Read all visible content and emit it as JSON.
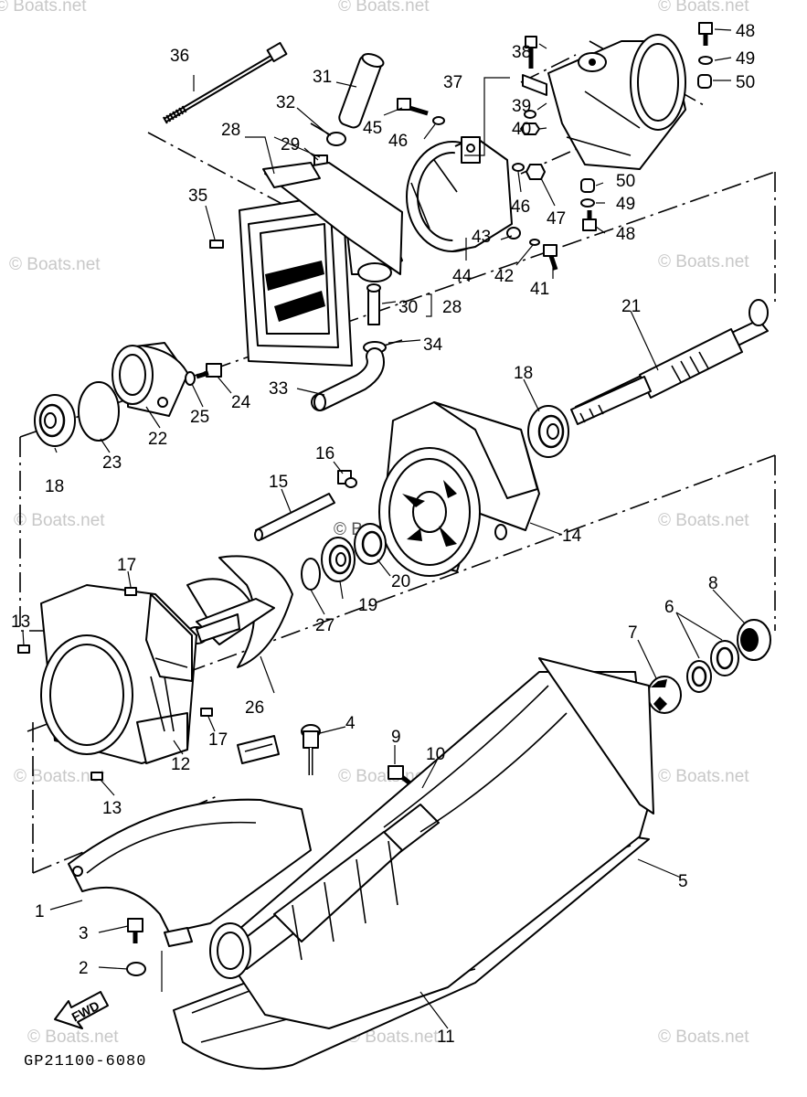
{
  "diagram": {
    "code": "GP21100-6080",
    "direction_label": "FWD",
    "watermark": "© Boats.net",
    "center_watermark": "© Boats.net",
    "labels": {
      "p1": "1",
      "p2": "2",
      "p3": "3",
      "p4": "4",
      "p5": "5",
      "p6": "6",
      "p7": "7",
      "p8": "8",
      "p9": "9",
      "p10": "10",
      "p11": "11",
      "p12": "12",
      "p13a": "13",
      "p13b": "13",
      "p14": "14",
      "p15": "15",
      "p16": "16",
      "p17a": "17",
      "p17b": "17",
      "p18a": "18",
      "p18b": "18",
      "p19": "19",
      "p20": "20",
      "p21": "21",
      "p22": "22",
      "p23": "23",
      "p24": "24",
      "p25": "25",
      "p26": "26",
      "p27": "27",
      "p28a": "28",
      "p28b": "28",
      "p29": "29",
      "p30": "30",
      "p31": "31",
      "p32": "32",
      "p33": "33",
      "p34": "34",
      "p35": "35",
      "p36": "36",
      "p37": "37",
      "p38": "38",
      "p39": "39",
      "p40": "40",
      "p41": "41",
      "p42": "42",
      "p43": "43",
      "p44": "44",
      "p45": "45",
      "p46a": "46",
      "p46b": "46",
      "p47": "47",
      "p48a": "48",
      "p48b": "48",
      "p49a": "49",
      "p49b": "49",
      "p50a": "50",
      "p50b": "50"
    }
  }
}
